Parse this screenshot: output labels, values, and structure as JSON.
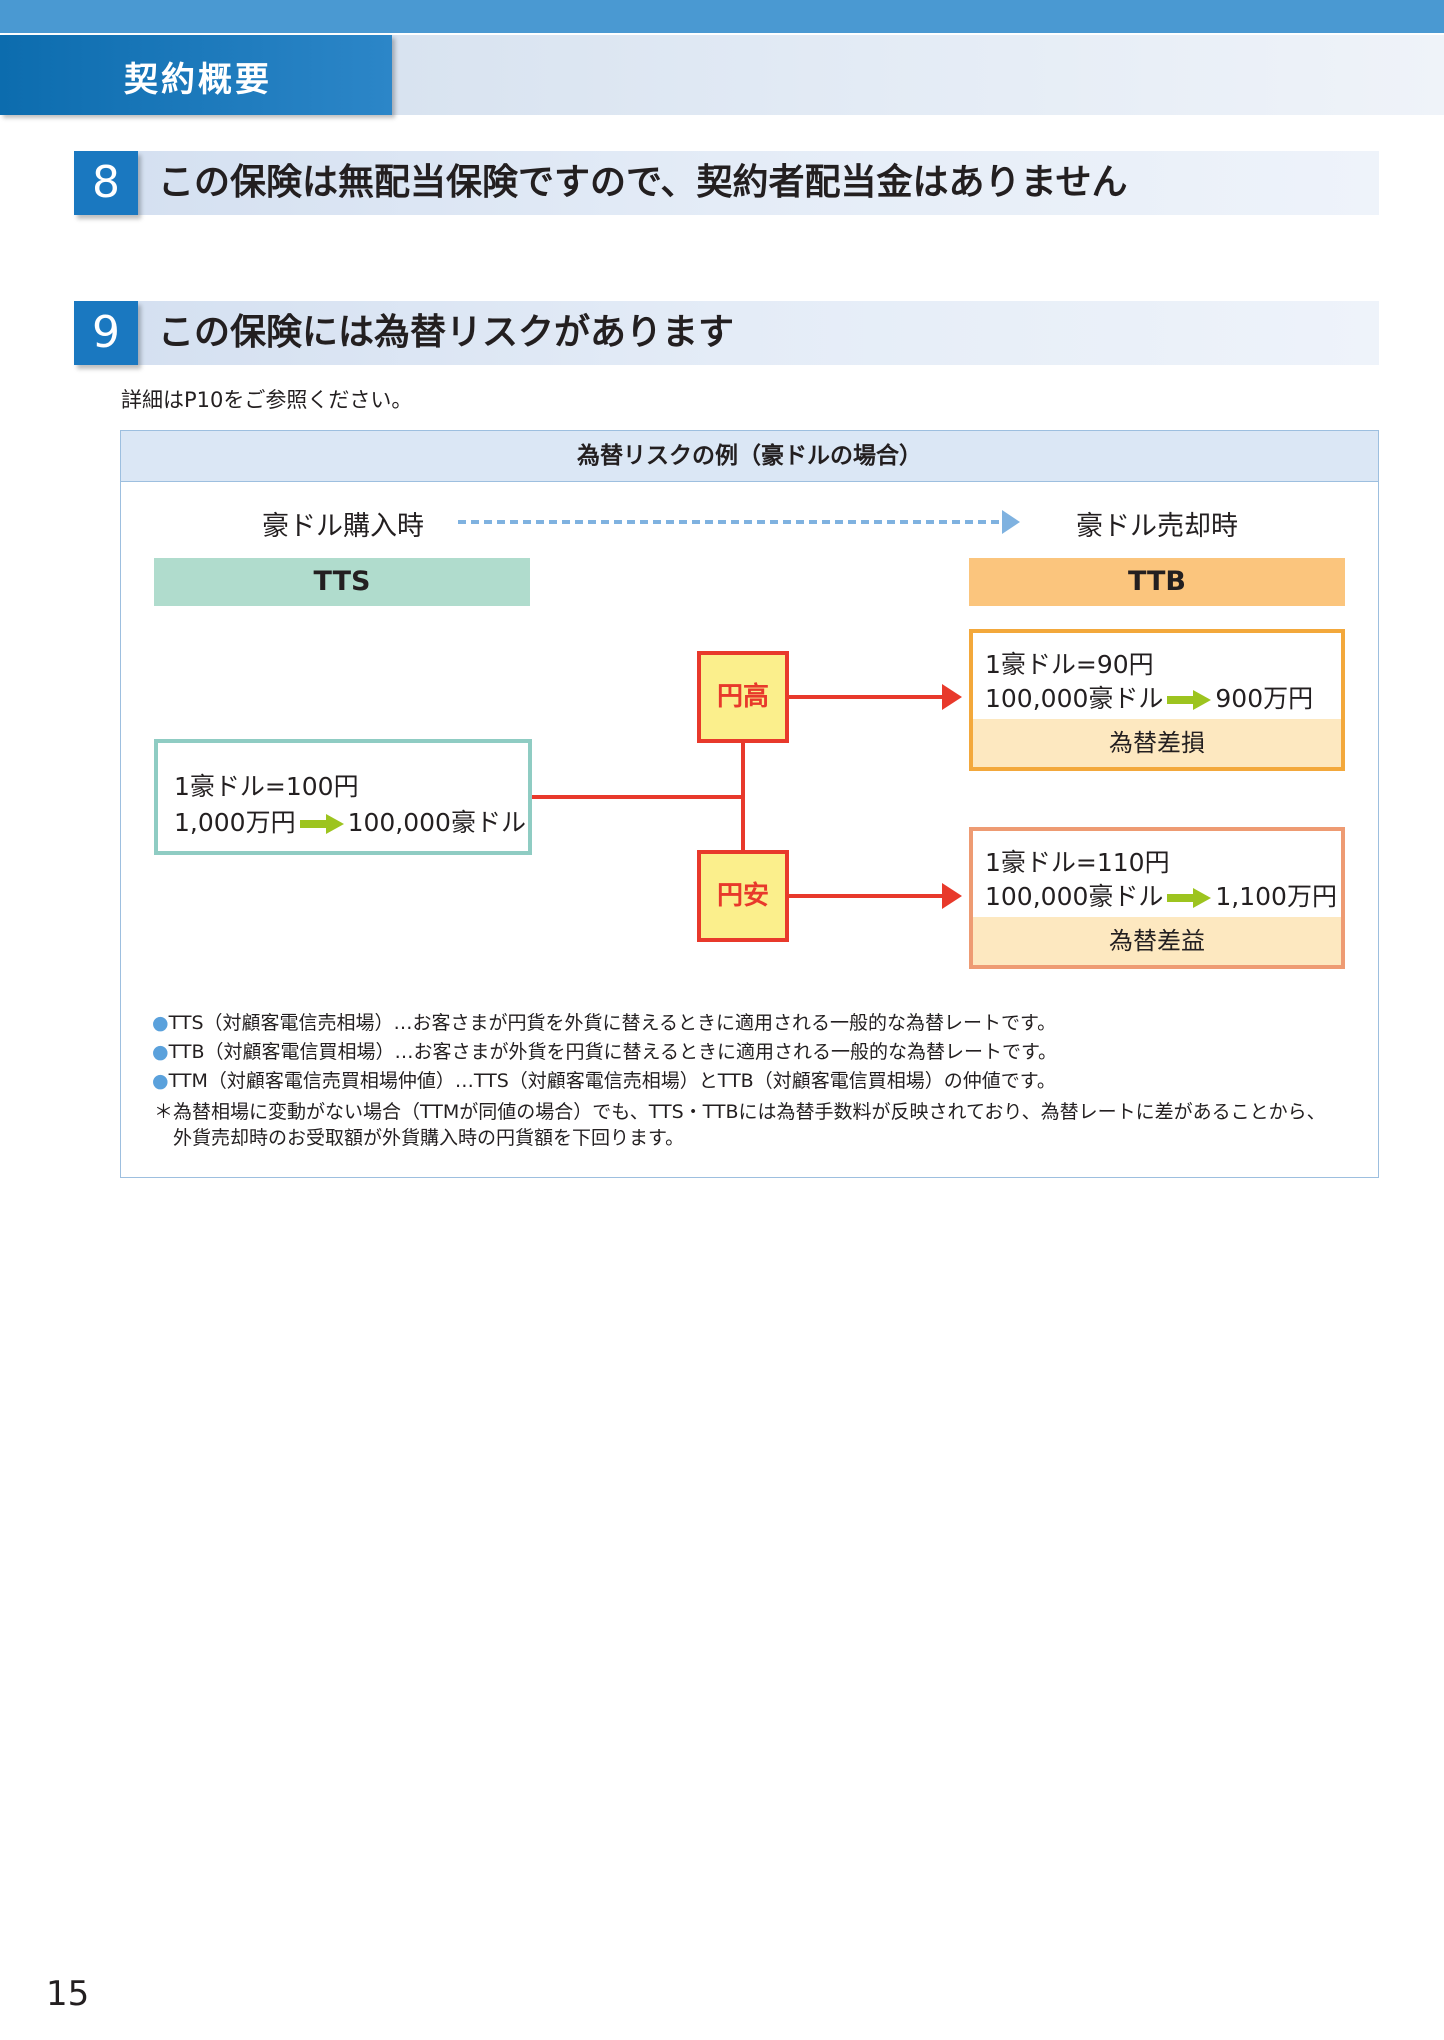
{
  "header": {
    "title": "契約概要"
  },
  "section8": {
    "number": "8",
    "title": "この保険は無配当保険ですので、契約者配当金はありません"
  },
  "section9": {
    "number": "9",
    "title": "この保険には為替リスクがあります",
    "note": "詳細はP10をご参照ください。"
  },
  "diagram": {
    "title": "為替リスクの例（豪ドルの場合）",
    "purchase_label": "豪ドル購入時",
    "sale_label": "豪ドル売却時",
    "tts_label": "TTS",
    "ttb_label": "TTB",
    "purchase_box": {
      "line1": "1豪ドル=100円",
      "line2_from": "1,000万円",
      "line2_to": "100,000豪ドル"
    },
    "yen_high_label": "円高",
    "yen_low_label": "円安",
    "loss_box": {
      "line1": "1豪ドル=90円",
      "line2_from": "100,000豪ドル",
      "line2_to": "900万円",
      "result": "為替差損"
    },
    "gain_box": {
      "line1": "1豪ドル=110円",
      "line2_from": "100,000豪ドル",
      "line2_to": "1,100万円",
      "result": "為替差益"
    }
  },
  "footnotes": {
    "bullet": "●",
    "tts": "TTS（対顧客電信売相場）…お客さまが円貨を外貨に替えるときに適用される一般的な為替レートです。",
    "ttb": "TTB（対顧客電信買相場）…お客さまが外貨を円貨に替えるときに適用される一般的な為替レートです。",
    "ttm": "TTM（対顧客電信売買相場仲値）…TTS（対顧客電信売相場）とTTB（対顧客電信買相場）の仲値です。",
    "star_line1": "＊為替相場に変動がない場合（TTMが同値の場合）でも、TTS・TTBには為替手数料が反映されており、為替レートに差があることから、",
    "star_line2": "外貨売却時のお受取額が外貨購入時の円貨額を下回ります。"
  },
  "page_number": "15",
  "colors": {
    "accent_blue": "#1a78c0",
    "tts_green": "#b0dccd",
    "ttb_orange": "#fbc57d",
    "connector_red": "#e8392b",
    "inline_arrow_green": "#9dc41f"
  }
}
